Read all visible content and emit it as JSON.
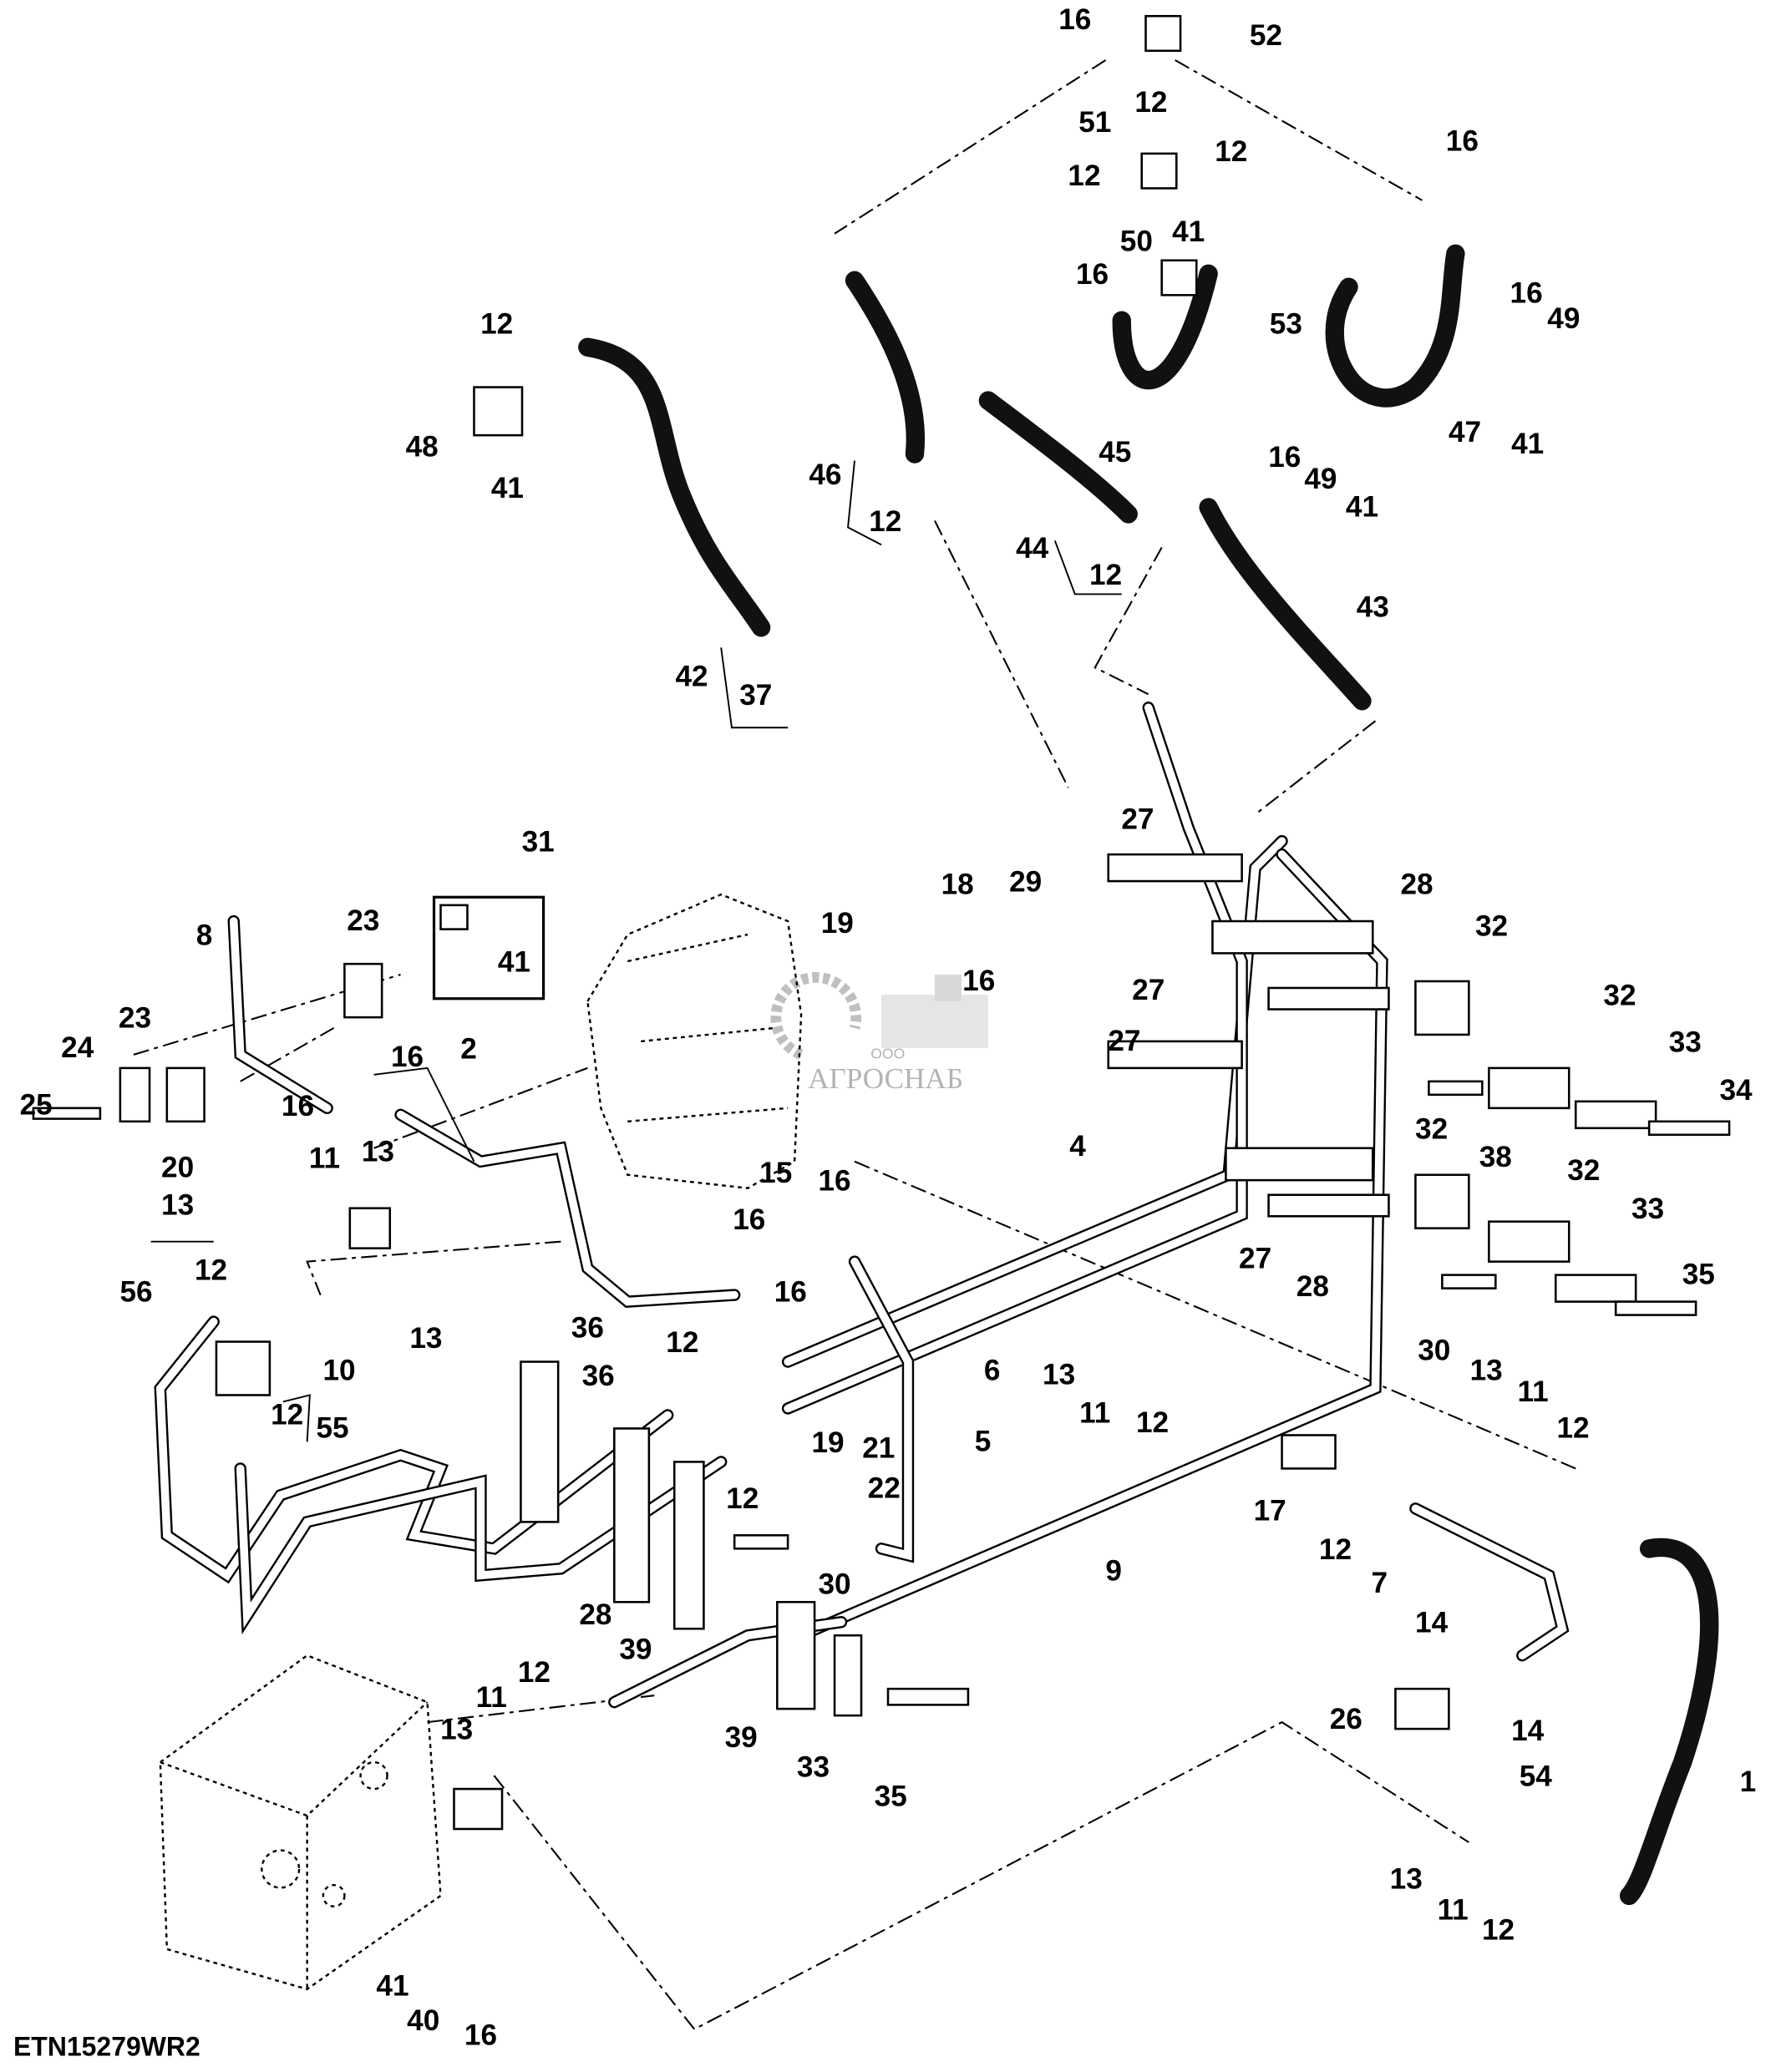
{
  "diagram": {
    "drawing_code": "ETN15279WR2",
    "watermark": {
      "company_prefix": "ООО",
      "company_name": "АГРОСНАБ"
    },
    "callouts": [
      "16",
      "52",
      "12",
      "51",
      "12",
      "12",
      "16",
      "50",
      "41",
      "16",
      "12",
      "53",
      "16",
      "49",
      "48",
      "41",
      "45",
      "47",
      "41",
      "46",
      "12",
      "16",
      "49",
      "41",
      "44",
      "12",
      "43",
      "42",
      "37",
      "31",
      "41",
      "27",
      "29",
      "28",
      "18",
      "19",
      "16",
      "32",
      "32",
      "23",
      "8",
      "23",
      "24",
      "25",
      "16",
      "2",
      "16",
      "27",
      "27",
      "33",
      "34",
      "38",
      "13",
      "11",
      "20",
      "13",
      "15",
      "16",
      "16",
      "16",
      "4",
      "32",
      "32",
      "33",
      "27",
      "28",
      "35",
      "30",
      "12",
      "13",
      "56",
      "10",
      "36",
      "36",
      "12",
      "6",
      "13",
      "11",
      "12",
      "13",
      "11",
      "12",
      "12",
      "55",
      "5",
      "19",
      "21",
      "22",
      "12",
      "17",
      "12",
      "7",
      "9",
      "30",
      "28",
      "39",
      "14",
      "12",
      "11",
      "13",
      "39",
      "33",
      "35",
      "26",
      "14",
      "54",
      "1",
      "13",
      "11",
      "12",
      "41",
      "40",
      "16"
    ]
  }
}
